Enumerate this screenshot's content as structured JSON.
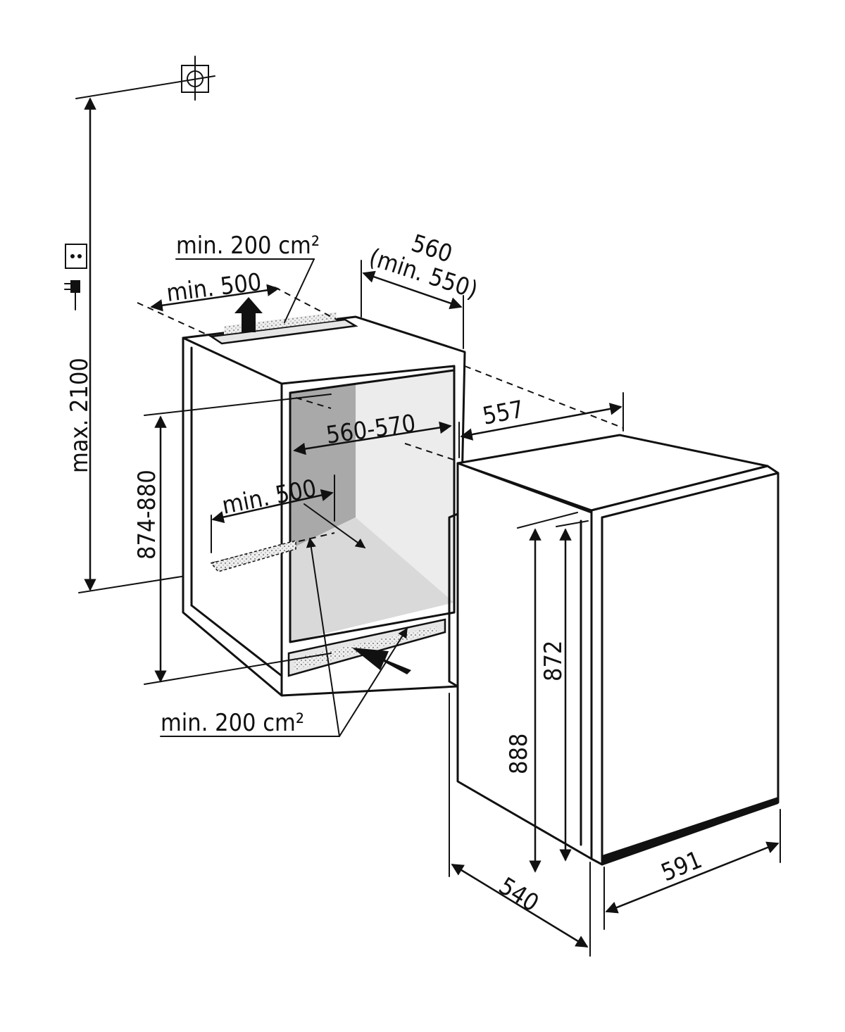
{
  "labels": {
    "max_height": "max. 2100",
    "top_vent_area": "min. 200 cm²",
    "top_clearance": "min. 500",
    "niche_width_line1": "560",
    "niche_width_line2": "(min. 550)",
    "niche_depth": "560-570",
    "niche_height": "874-880",
    "floor_clearance": "min. 500",
    "bottom_vent_area": "min. 200 cm²",
    "appliance_depth": "557",
    "appliance_height_outer": "888",
    "appliance_height_inner": "872",
    "appliance_depth_bottom": "540",
    "appliance_width": "591"
  },
  "icons": {
    "water": "water-connection-icon",
    "socket": "power-socket-icon",
    "plug": "power-plug-icon"
  }
}
